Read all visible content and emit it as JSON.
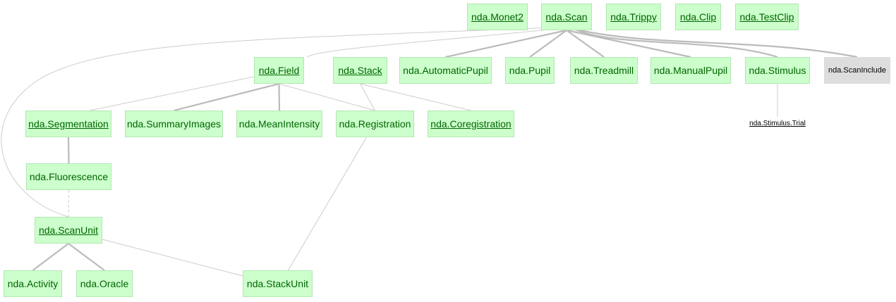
{
  "diagram": {
    "nodes": [
      {
        "id": "monet2",
        "label": "nda.Monet2",
        "tier": "manual"
      },
      {
        "id": "scan",
        "label": "nda.Scan",
        "tier": "manual"
      },
      {
        "id": "trippy",
        "label": "nda.Trippy",
        "tier": "manual"
      },
      {
        "id": "clip",
        "label": "nda.Clip",
        "tier": "manual"
      },
      {
        "id": "testclip",
        "label": "nda.TestClip",
        "tier": "manual"
      },
      {
        "id": "field",
        "label": "nda.Field",
        "tier": "manual"
      },
      {
        "id": "stack",
        "label": "nda.Stack",
        "tier": "manual"
      },
      {
        "id": "automaticpupil",
        "label": "nda.AutomaticPupil",
        "tier": "imported"
      },
      {
        "id": "pupil",
        "label": "nda.Pupil",
        "tier": "imported"
      },
      {
        "id": "treadmill",
        "label": "nda.Treadmill",
        "tier": "imported"
      },
      {
        "id": "manualpupil",
        "label": "nda.ManualPupil",
        "tier": "imported"
      },
      {
        "id": "stimulus",
        "label": "nda.Stimulus",
        "tier": "imported"
      },
      {
        "id": "scaninclude",
        "label": "nda.ScanInclude",
        "tier": "external"
      },
      {
        "id": "segmentation",
        "label": "nda.Segmentation",
        "tier": "manual"
      },
      {
        "id": "summaryimages",
        "label": "nda.SummaryImages",
        "tier": "imported"
      },
      {
        "id": "meanintensity",
        "label": "nda.MeanIntensity",
        "tier": "imported"
      },
      {
        "id": "registration",
        "label": "nda.Registration",
        "tier": "imported"
      },
      {
        "id": "coregistration",
        "label": "nda.Coregistration",
        "tier": "manual"
      },
      {
        "id": "stimulustrial",
        "label": "nda.Stimulus.Trial",
        "tier": "part"
      },
      {
        "id": "fluorescence",
        "label": "nda.Fluorescence",
        "tier": "imported"
      },
      {
        "id": "scanunit",
        "label": "nda.ScanUnit",
        "tier": "manual"
      },
      {
        "id": "activity",
        "label": "nda.Activity",
        "tier": "imported"
      },
      {
        "id": "oracle",
        "label": "nda.Oracle",
        "tier": "imported"
      },
      {
        "id": "stackunit",
        "label": "nda.StackUnit",
        "tier": "imported"
      }
    ],
    "edges": [
      {
        "from": "scan",
        "to": "automaticpupil",
        "kind": "primary"
      },
      {
        "from": "scan",
        "to": "pupil",
        "kind": "primary"
      },
      {
        "from": "scan",
        "to": "treadmill",
        "kind": "primary"
      },
      {
        "from": "scan",
        "to": "manualpupil",
        "kind": "primary"
      },
      {
        "from": "scan",
        "to": "stimulus",
        "kind": "primary"
      },
      {
        "from": "scan",
        "to": "scaninclude",
        "kind": "primary"
      },
      {
        "from": "scan",
        "to": "field",
        "kind": "secondary"
      },
      {
        "from": "scan",
        "to": "scanunit",
        "kind": "secondary"
      },
      {
        "from": "field",
        "to": "summaryimages",
        "kind": "primary"
      },
      {
        "from": "field",
        "to": "meanintensity",
        "kind": "primary"
      },
      {
        "from": "field",
        "to": "segmentation",
        "kind": "secondary"
      },
      {
        "from": "field",
        "to": "registration",
        "kind": "secondary"
      },
      {
        "from": "stack",
        "to": "registration",
        "kind": "secondary"
      },
      {
        "from": "stack",
        "to": "coregistration",
        "kind": "secondary"
      },
      {
        "from": "stimulus",
        "to": "stimulustrial",
        "kind": "secondary"
      },
      {
        "from": "segmentation",
        "to": "fluorescence",
        "kind": "primary"
      },
      {
        "from": "fluorescence",
        "to": "scanunit",
        "kind": "dashed"
      },
      {
        "from": "scanunit",
        "to": "activity",
        "kind": "primary"
      },
      {
        "from": "scanunit",
        "to": "oracle",
        "kind": "primary"
      },
      {
        "from": "scanunit",
        "to": "stackunit",
        "kind": "secondary"
      },
      {
        "from": "registration",
        "to": "stackunit",
        "kind": "secondary"
      }
    ],
    "colors": {
      "node_fill": "#ccffcc",
      "node_border": "#b4e5b4",
      "node_text": "#006400",
      "external_fill": "#dddddd",
      "edge_primary": "#bbbbbb",
      "edge_secondary": "#cccccc"
    }
  }
}
